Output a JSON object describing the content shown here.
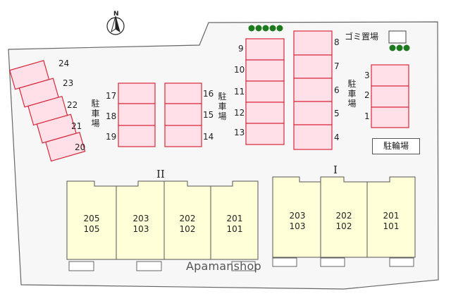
{
  "map": {
    "parking_title": "駐車場",
    "bicycle_parking": "駐輪場",
    "trash_area": "ゴミ置場",
    "north_label": "N",
    "watermark": "Apamanshop"
  },
  "parking_spaces": {
    "left_rotated": [
      "24",
      "23",
      "22",
      "21",
      "20"
    ],
    "center_left_labels": [
      "17",
      "18",
      "19"
    ],
    "center_right_labels": [
      "16",
      "15",
      "14"
    ],
    "col_9_13": [
      "9",
      "10",
      "11",
      "12",
      "13"
    ],
    "col_8_4": [
      "8",
      "7",
      "6",
      "5",
      "4"
    ],
    "right_3_1": [
      "3",
      "2",
      "1"
    ]
  },
  "buildings": [
    {
      "name": "II",
      "units": [
        {
          "upper": "205",
          "lower": "105"
        },
        {
          "upper": "203",
          "lower": "103"
        },
        {
          "upper": "202",
          "lower": "102"
        },
        {
          "upper": "201",
          "lower": "101"
        }
      ]
    },
    {
      "name": "I",
      "units": [
        {
          "upper": "203",
          "lower": "103"
        },
        {
          "upper": "202",
          "lower": "102"
        },
        {
          "upper": "201",
          "lower": "101"
        }
      ]
    }
  ],
  "colors": {
    "parking_fill": "#ffe0e8",
    "parking_stroke": "#d8283a",
    "building_fill": "#ffffd8",
    "tree": "#1e7a1e",
    "lot_outline": "#666666"
  }
}
